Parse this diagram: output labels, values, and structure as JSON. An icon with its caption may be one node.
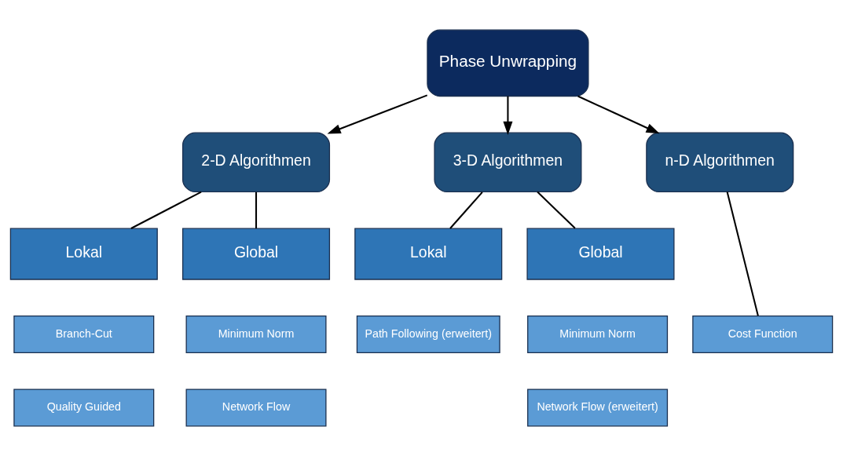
{
  "diagram": {
    "nodes": [
      {
        "text": [
          "Phase Unwrapping"
        ]
      },
      {
        "text": [
          "2-D Algorithmen"
        ]
      },
      {
        "text": [
          "3-D Algorithmen"
        ]
      },
      {
        "text": [
          "n-D Algorithmen"
        ]
      },
      {
        "text": [
          "Lokal"
        ]
      },
      {
        "text": [
          "Global"
        ]
      },
      {
        "text": [
          "Lokal"
        ]
      },
      {
        "text": [
          "Global"
        ]
      },
      {
        "text": [
          "Branch-Cut"
        ]
      },
      {
        "text": [
          "Minimum Norm"
        ]
      },
      {
        "text": [
          "Path Following (erweitert)"
        ]
      },
      {
        "text": [
          "Minimum Norm"
        ]
      },
      {
        "text": [
          "Cost Function"
        ]
      },
      {
        "text": [
          "Quality Guided"
        ]
      },
      {
        "text": [
          "Network Flow"
        ]
      },
      {
        "text": [
          "Network Flow (erweitert)"
        ]
      }
    ],
    "edges": [
      {
        "from": 0,
        "to": 1,
        "arrow": "to"
      },
      {
        "from": 0,
        "to": 2,
        "arrow": "to"
      },
      {
        "from": 0,
        "to": 3,
        "arrow": "to"
      },
      {
        "from": 1,
        "to": 4,
        "arrow": "none"
      },
      {
        "from": 1,
        "to": 5,
        "arrow": "none"
      },
      {
        "from": 2,
        "to": 6,
        "arrow": "none"
      },
      {
        "from": 2,
        "to": 7,
        "arrow": "none"
      },
      {
        "from": 3,
        "to": 12,
        "arrow": "none"
      }
    ]
  }
}
